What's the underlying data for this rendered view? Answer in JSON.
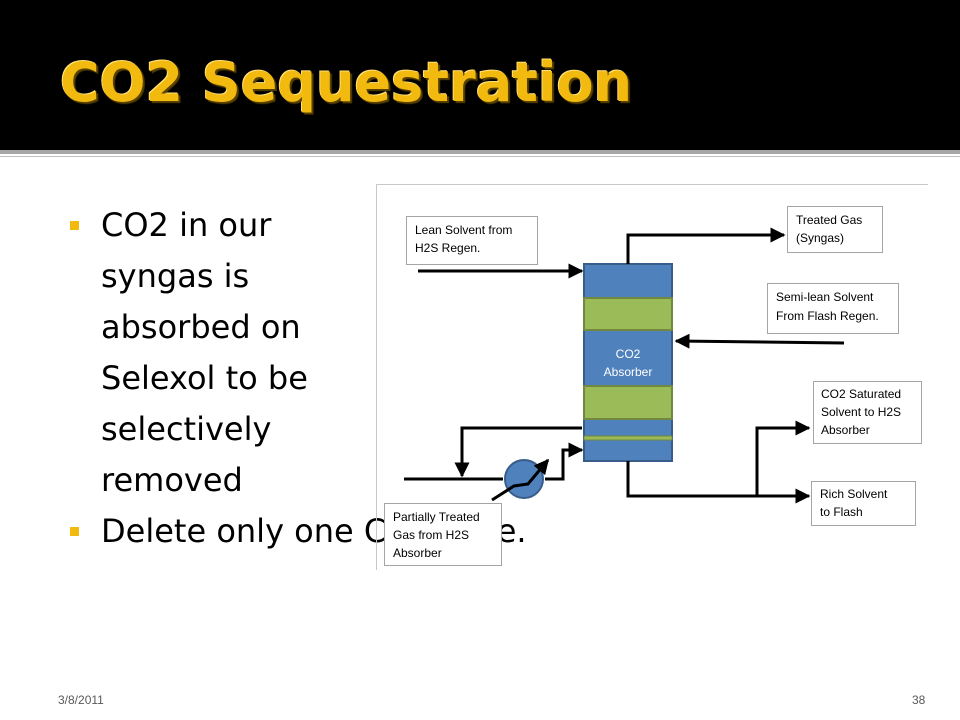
{
  "slide": {
    "title": "CO2 Sequestration",
    "bullets": [
      "CO2 in our syngas is absorbed on Selexol to be selectively removed",
      "Delete only one CO2 slide."
    ],
    "footer": {
      "date": "3/8/2011",
      "page": "38"
    }
  },
  "diagram": {
    "absorber_label": [
      "CO2",
      "Absorber"
    ],
    "boxes": {
      "lean_solvent": [
        "Lean Solvent from",
        "H2S Regen."
      ],
      "treated_gas": [
        "Treated Gas",
        "(Syngas)"
      ],
      "semi_lean": [
        "Semi-lean Solvent",
        "From Flash Regen."
      ],
      "co2_saturated": [
        "CO2 Saturated",
        "Solvent to H2S",
        "Absorber"
      ],
      "rich_solvent": [
        "Rich Solvent",
        "to Flash"
      ],
      "partially_treated": [
        "Partially Treated",
        "Gas from H2S",
        "Absorber"
      ]
    }
  },
  "colors": {
    "title": "#f2b90f",
    "bullet_marker": "#f2b90f",
    "column_fill": "#4f81bd",
    "column_stroke": "#385d8a",
    "packing_fill": "#9bbb59",
    "packing_stroke": "#71893f"
  }
}
